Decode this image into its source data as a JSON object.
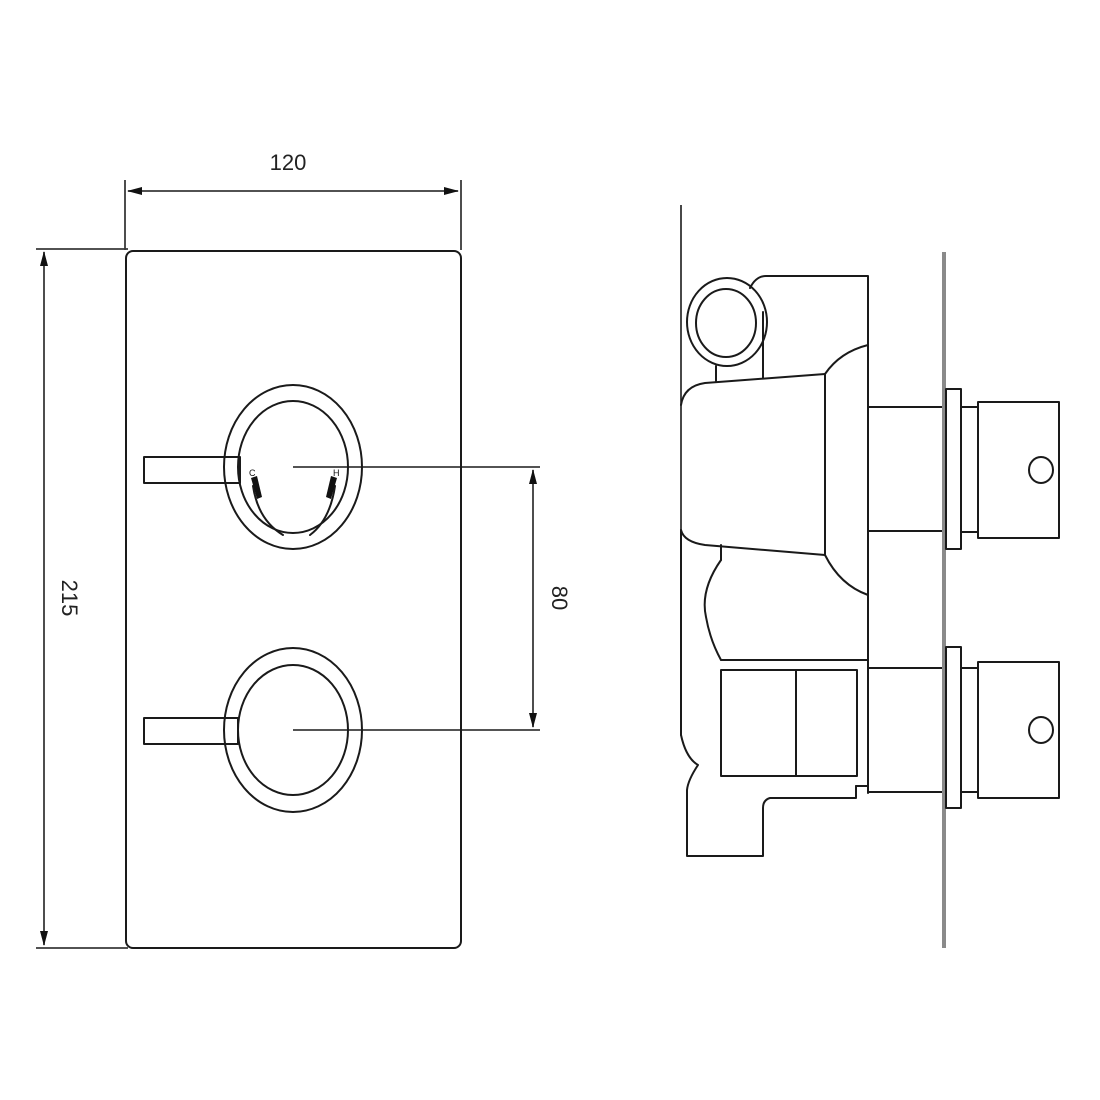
{
  "drawing": {
    "type": "technical-drawing",
    "subject": "twin lever concealed thermostatic shower valve",
    "views": [
      "front-view",
      "side-view"
    ],
    "colors": {
      "line": "#1a1a1a",
      "dimension": "#3a3a3a",
      "wall": "#8a8a8a",
      "background": "#ffffff"
    }
  },
  "dimensions": {
    "width": {
      "value": "120",
      "orientation": "horizontal"
    },
    "height": {
      "value": "215",
      "orientation": "vertical"
    },
    "handle_spacing": {
      "value": "80",
      "orientation": "vertical"
    }
  },
  "front_view": {
    "plate": {
      "label": "faceplate"
    },
    "handles": [
      {
        "name": "upper-lever",
        "markings": {
          "left": "C",
          "right": "H"
        }
      },
      {
        "name": "lower-lever"
      }
    ]
  },
  "side_view": {
    "cartridges": [
      {
        "name": "upper-cartridge-knob",
        "icon": "circle-indicator"
      },
      {
        "name": "lower-cartridge-knob",
        "icon": "circle-indicator"
      }
    ]
  }
}
